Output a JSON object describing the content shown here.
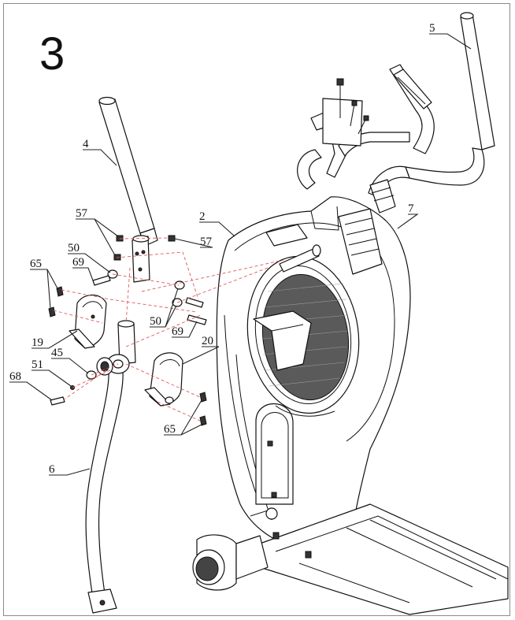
{
  "step_number": "3",
  "callouts": [
    {
      "id": "c5",
      "text": "5"
    },
    {
      "id": "c4",
      "text": "4"
    },
    {
      "id": "c2",
      "text": "2"
    },
    {
      "id": "c7",
      "text": "7"
    },
    {
      "id": "c57a",
      "text": "57"
    },
    {
      "id": "c57b",
      "text": "57"
    },
    {
      "id": "c50a",
      "text": "50"
    },
    {
      "id": "c69a",
      "text": "69"
    },
    {
      "id": "c65a",
      "text": "65"
    },
    {
      "id": "c50b",
      "text": "50"
    },
    {
      "id": "c69b",
      "text": "69"
    },
    {
      "id": "c20",
      "text": "20"
    },
    {
      "id": "c19",
      "text": "19"
    },
    {
      "id": "c45",
      "text": "45"
    },
    {
      "id": "c51",
      "text": "51"
    },
    {
      "id": "c68",
      "text": "68"
    },
    {
      "id": "c65b",
      "text": "65"
    },
    {
      "id": "c6",
      "text": "6"
    }
  ],
  "colors": {
    "line": "#111111",
    "frame": "#8a8a8a",
    "guide": "#e05a5a",
    "screen": "#555555"
  }
}
